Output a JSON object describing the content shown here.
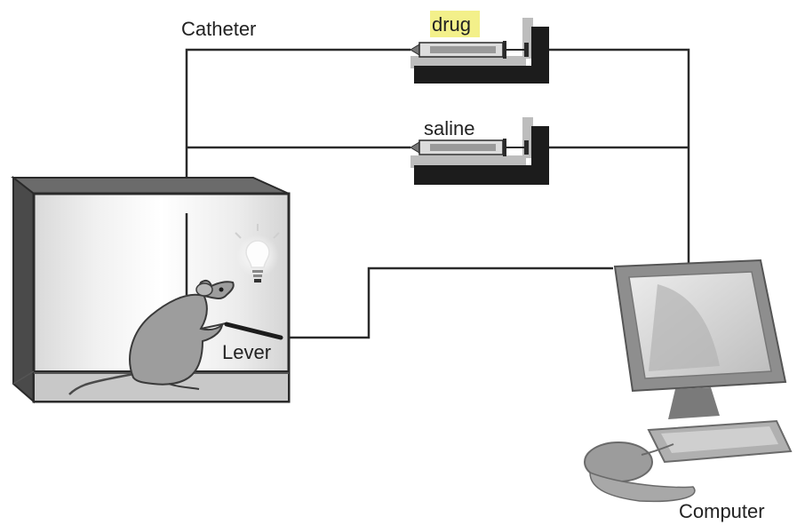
{
  "labels": {
    "catheter": "Catheter",
    "drug": "drug",
    "saline": "saline",
    "lever": "Lever",
    "computer": "Computer"
  },
  "colors": {
    "drug_highlight": "#f3f08a",
    "chamber_wall": "#dcdcdc",
    "chamber_frame": "#3a3a3a",
    "rat": "#9a9a9a",
    "pump_base": "#1c1c1c",
    "monitor_body": "#8e8e8e",
    "screen": "#cfcfcf"
  },
  "icons": {
    "light": "lightbulb-icon",
    "rat": "rat-icon",
    "computer": "computer-icon",
    "syringe": "syringe-icon"
  }
}
